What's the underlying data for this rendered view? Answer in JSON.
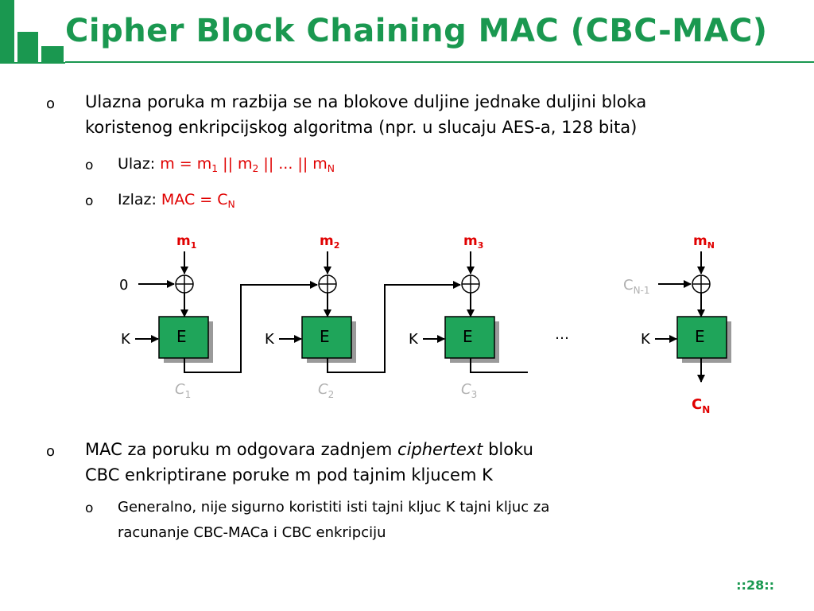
{
  "title": "Cipher Block Chaining MAC (CBC-MAC)",
  "bullet_marker": "o",
  "bullets": [
    {
      "line1": "Ulazna poruka m razbija se na blokove duljine jednake duljini bloka",
      "line2": "koristenog enkripcijskog algoritma (npr. u slucaju AES-a, 128 bita)",
      "sub": [
        {
          "label": "Ulaz:",
          "formula_pre": "m = m",
          "sub1": "1",
          "mid1": " || m",
          "sub2": "2",
          "mid2": " || ... || m",
          "sub3": "N"
        },
        {
          "label": "Izlaz:",
          "formula_pre": "MAC = C",
          "sub1": "N"
        }
      ]
    },
    {
      "line1_pre": "MAC za poruku m odgovara zadnjem ",
      "line1_ital": "ciphertext",
      "line1_post": " bloku",
      "line2": "CBC enkriptirane poruke m pod tajnim kljucem K",
      "sub_line1": "Generalno, nije sigurno koristiti isti tajni kljuc K tajni kljuc za",
      "sub_line2": "racunanje CBC-MACa i CBC enkripciju"
    }
  ],
  "diagram": {
    "inputs": [
      {
        "base": "m",
        "sub": "1"
      },
      {
        "base": "m",
        "sub": "2"
      },
      {
        "base": "m",
        "sub": "3"
      },
      {
        "base": "m",
        "sub": "N"
      }
    ],
    "iv": "0",
    "prev_cipher": {
      "base": "C",
      "sub": "N-1"
    },
    "block_label": "E",
    "key_label": "K",
    "ellipsis": "…",
    "outputs": [
      {
        "base": "C",
        "sub": "1"
      },
      {
        "base": "C",
        "sub": "2"
      },
      {
        "base": "C",
        "sub": "3"
      }
    ],
    "final_output": {
      "base": "C",
      "sub": "N"
    }
  },
  "page_number": "::28::",
  "colors": {
    "accent": "#1a9850",
    "highlight": "#e00000",
    "muted": "#b0b0b0",
    "block_fill": "#1fa55a"
  }
}
